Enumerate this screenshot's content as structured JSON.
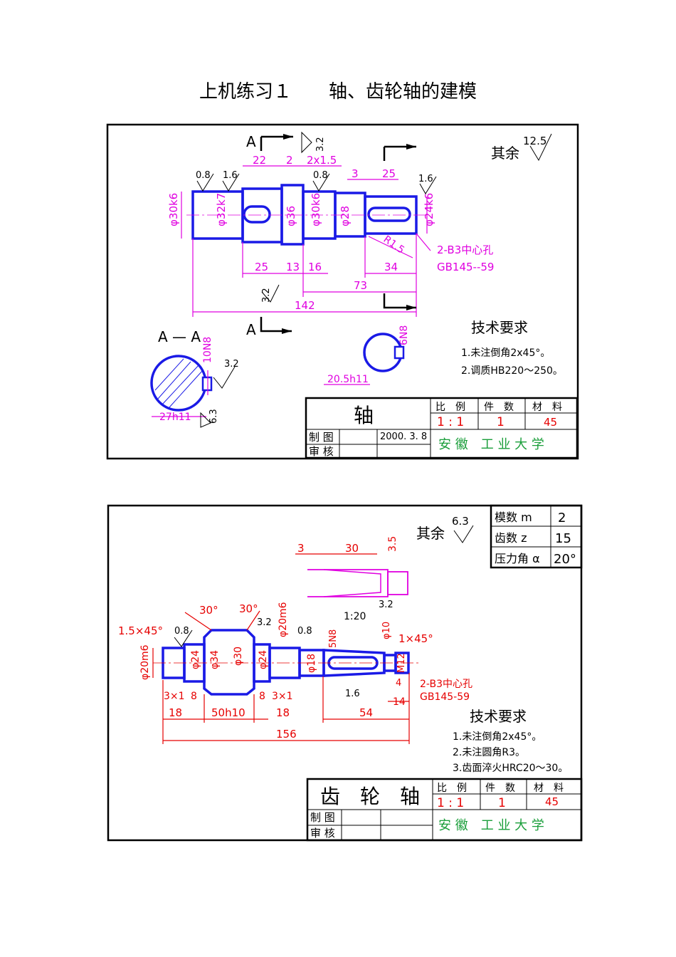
{
  "page": {
    "title": "上机练习１　　轴、齿轮轴的建模"
  },
  "colors": {
    "outline": "#1a1ae6",
    "dimension_shaft": "#e000e0",
    "dimension_gear": "#e60000",
    "school": "#1a9e3a"
  },
  "shaft": {
    "rest_label": "其余",
    "rest_value": "12.5",
    "section_letter": "A",
    "section_title": "A — A",
    "roughness": [
      "0.8",
      "1.6",
      "3.2",
      "0.8",
      "1.6",
      "3.2",
      "3.2",
      "6.3"
    ],
    "dims_top": [
      "22",
      "2",
      "2x1.5",
      "3",
      "25"
    ],
    "dims_dia": [
      "φ30k6",
      "φ32k7",
      "φ36",
      "φ30k6",
      "φ28",
      "φ24k6"
    ],
    "dims_bottom": [
      "25",
      "13",
      "16",
      "34",
      "73",
      "142"
    ],
    "radius": "R1.5",
    "center_hole": [
      "2-B3中心孔",
      "GB145--59"
    ],
    "section_dims": [
      "10N8",
      "27h11",
      "6N8",
      "20.5h11"
    ],
    "tech": {
      "title": "技术要求",
      "items": [
        "1.未注倒角2x45°。",
        "2.调质HB220～250。"
      ]
    },
    "title_block": {
      "name": "轴",
      "headers": [
        "比　例",
        "件　数",
        "材　料"
      ],
      "scale": "1 : 1",
      "count": "1",
      "material": "45",
      "drawn_label": "制 图",
      "date": "2000. 3. 8",
      "check_label": "审 核",
      "school": "安 徽　工 业 大 学"
    }
  },
  "gear": {
    "rest_label": "其余",
    "rest_value": "6.3",
    "params": [
      {
        "label": "模数 m",
        "value": "2"
      },
      {
        "label": "齿数 z",
        "value": "15"
      },
      {
        "label": "压力角 α",
        "value": "20°"
      }
    ],
    "keyway_dims": [
      "3",
      "30",
      "3.5"
    ],
    "dims_top": [
      "30°",
      "30°",
      "1.5×45°",
      "3.2",
      "φ20m6",
      "0.8",
      "5N8",
      "1:20",
      "3.2",
      "φ10",
      "1×45°"
    ],
    "dims_dia": [
      "φ20m6",
      "φ24",
      "φ34",
      "φ30",
      "φ24",
      "φ18",
      "M12"
    ],
    "dims_bottom": [
      "3×1",
      "8",
      "8",
      "3×1",
      "4",
      "1.6",
      "14",
      "18",
      "50h10",
      "18",
      "54",
      "156"
    ],
    "roughness": [
      "0.8"
    ],
    "center_hole": [
      "2-B3中心孔",
      "GB145-59"
    ],
    "tech": {
      "title": "技术要求",
      "items": [
        "1.未注倒角2x45°。",
        "2.未注圆角R3。",
        "3.齿面淬火HRC20～30。"
      ]
    },
    "title_block": {
      "name": "齿　轮　轴",
      "headers": [
        "比　例",
        "件　数",
        "材　料"
      ],
      "scale": "1 : 1",
      "count": "1",
      "material": "45",
      "drawn_label": "制 图",
      "check_label": "审 核",
      "school": "安 徽　工 业 大 学"
    }
  }
}
